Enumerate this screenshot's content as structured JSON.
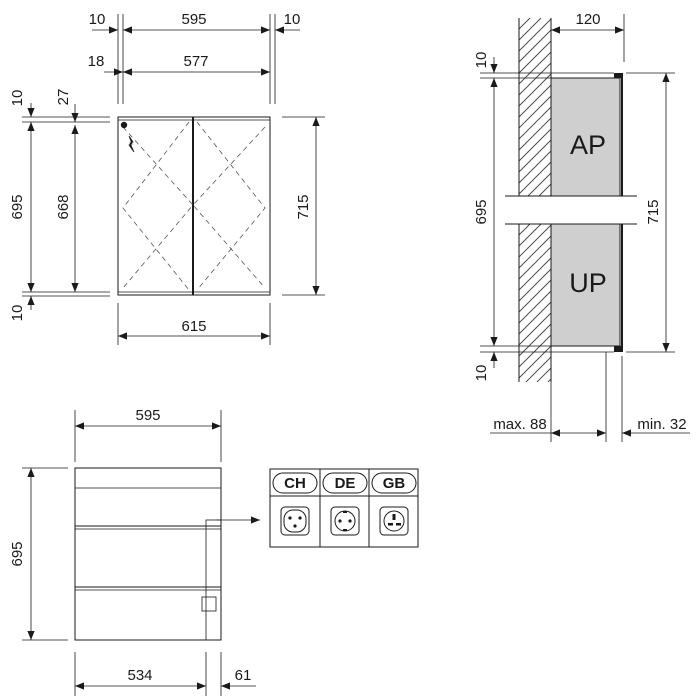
{
  "front_view": {
    "dims": {
      "side_left": "10",
      "width_inner": "595",
      "side_right": "10",
      "offset": "18",
      "door_width": "577",
      "top_gap": "10",
      "top_offset": "27",
      "height_outer": "695",
      "height_door": "668",
      "bottom_gap": "10",
      "height_total": "715",
      "width_total": "615"
    }
  },
  "side_section": {
    "dims": {
      "depth": "120",
      "top_gap": "10",
      "height": "695",
      "height_total": "715",
      "bottom_gap": "10",
      "recess_max": "max. 88",
      "projection_min": "min. 32"
    },
    "labels": {
      "surface_mounted": "AP",
      "flush_mounted": "UP"
    }
  },
  "interior_view": {
    "dims": {
      "width": "595",
      "height": "695",
      "width_left": "534",
      "width_right": "61"
    }
  },
  "socket_table": {
    "columns": [
      {
        "code": "CH",
        "socket_icon": "swiss-socket-icon"
      },
      {
        "code": "DE",
        "socket_icon": "schuko-socket-icon"
      },
      {
        "code": "GB",
        "socket_icon": "uk-socket-icon"
      }
    ]
  }
}
